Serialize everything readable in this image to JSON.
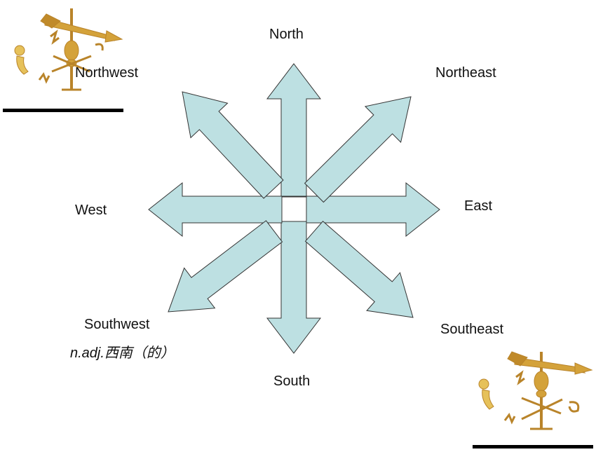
{
  "directions": {
    "north": "North",
    "northeast": "Northeast",
    "east": "East",
    "southeast": "Southeast",
    "south": "South",
    "southwest": "Southwest",
    "west": "West",
    "northwest": "Northwest"
  },
  "gloss": {
    "pos": "n.adj.",
    "meaning": "西南（的）"
  },
  "colors": {
    "arrow_fill": "#bde0e2",
    "arrow_stroke": "#333333",
    "label_text": "#111111",
    "vane_gold": "#c8962a"
  },
  "icons": [
    "weather-vane-illustration-top-left",
    "weather-vane-illustration-bottom-right"
  ]
}
